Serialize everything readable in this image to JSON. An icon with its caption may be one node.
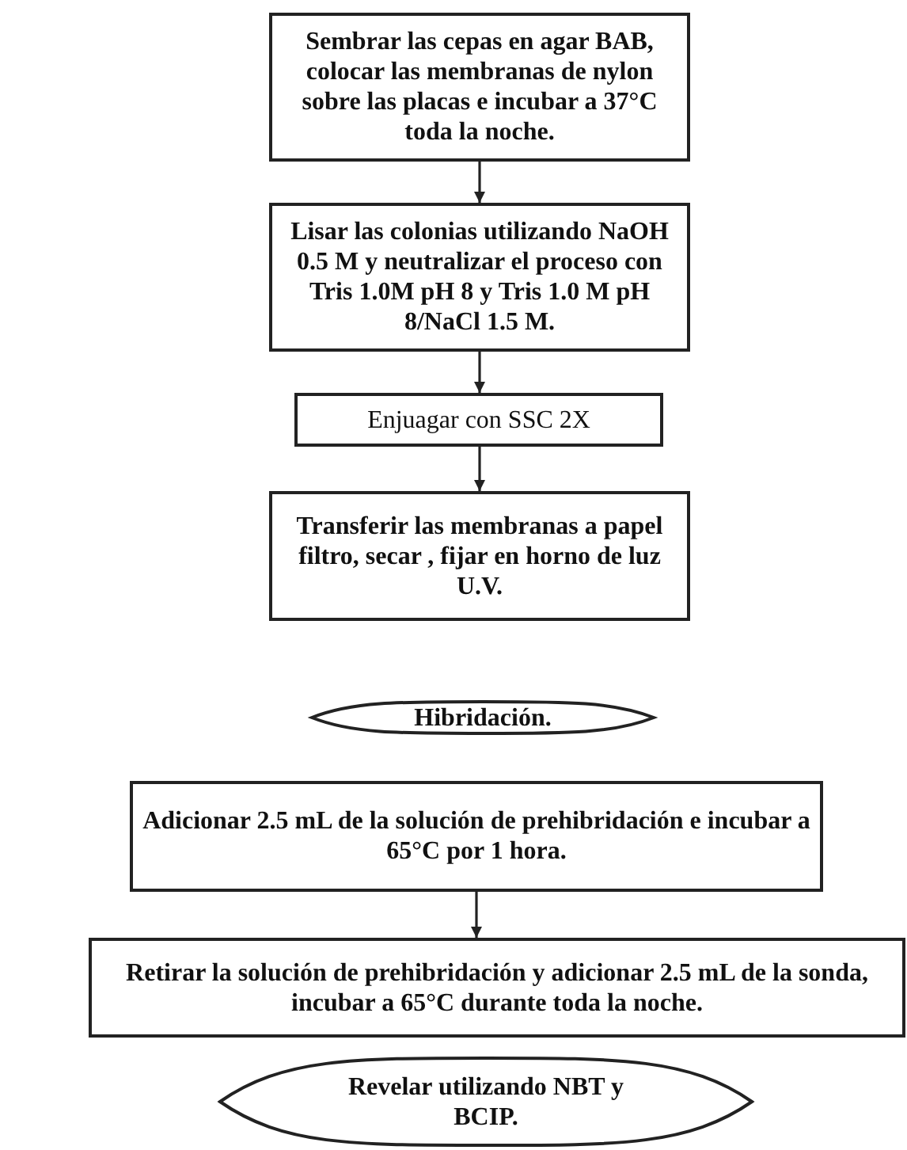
{
  "diagram": {
    "nodes": [
      {
        "text": [
          "Sembrar las cepas en agar BAB, colocar las membranas de nylon sobre las placas e incubar a 37°C toda la noche."
        ]
      },
      {
        "text": [
          "Lisar las colonias utilizando NaOH 0.5 M y neutralizar el proceso con Tris 1.0M pH 8 y Tris 1.0 M pH 8/NaCl 1.5 M."
        ]
      },
      {
        "text": [
          "Enjuagar con SSC 2X"
        ]
      },
      {
        "text": [
          "Transferir las membranas a papel filtro, secar , fijar en horno de luz U.V."
        ]
      },
      {
        "text": [
          "Hibridación."
        ]
      },
      {
        "text": [
          "Adicionar 2.5 mL de la solución de prehibridación e incubar a 65°C por 1 hora."
        ]
      },
      {
        "text": [
          "Retirar la solución de prehibridación y adicionar 2.5 mL de la sonda, incubar a 65°C durante toda la noche."
        ]
      },
      {
        "text": [
          "Revelar utilizando NBT y BCIP."
        ]
      }
    ],
    "edges": [
      {
        "from": 0,
        "to": 1,
        "arrow": "to"
      },
      {
        "from": 1,
        "to": 2,
        "arrow": "to"
      },
      {
        "from": 2,
        "to": 3,
        "arrow": "to"
      },
      {
        "from": 5,
        "to": 6,
        "arrow": "to"
      }
    ]
  }
}
